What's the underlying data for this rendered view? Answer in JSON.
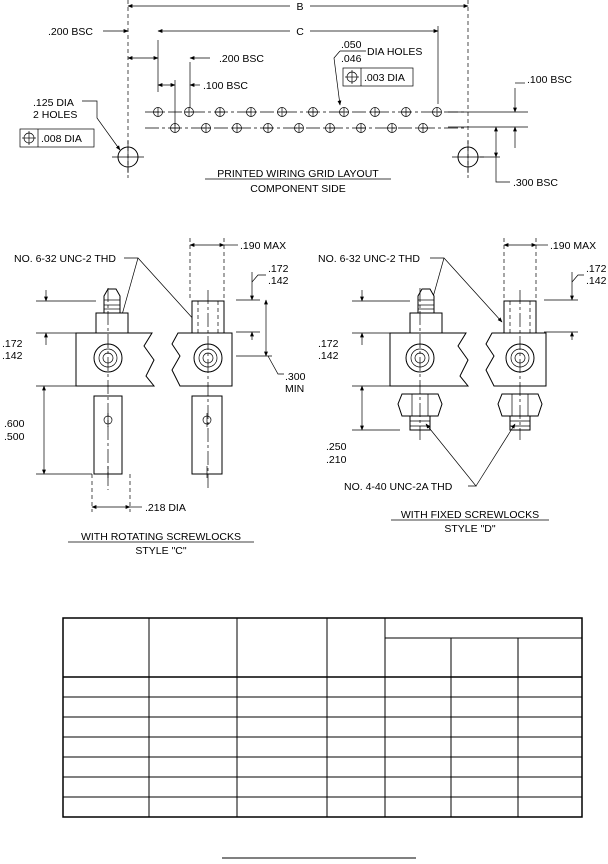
{
  "grid": {
    "dim_b": "B",
    "dim_c": "C",
    "bsc_200_left": ".200 BSC",
    "bsc_200": ".200 BSC",
    "bsc_100": ".100 BSC",
    "hole_dia_max": ".050",
    "hole_dia_min": ".046",
    "dia_holes": "DIA HOLES",
    "tol_003": ".003 DIA",
    "bsc_100_right": ".100 BSC",
    "mount_dia": ".125 DIA",
    "mount_holes": "2 HOLES",
    "tol_008": ".008 DIA",
    "title": "PRINTED WIRING GRID LAYOUT",
    "subtitle": "COMPONENT SIDE",
    "bsc_300": ".300 BSC"
  },
  "style_c": {
    "thread_label": "NO. 6-32 UNC-2 THD",
    "max_190": ".190 MAX",
    "dim_172_a": ".172",
    "dim_142_a": ".142",
    "dim_172_b": ".172",
    "dim_142_b": ".142",
    "dim_300": ".300",
    "dim_min": "MIN",
    "dim_600": ".600",
    "dim_500": ".500",
    "dim_218": ".218 DIA",
    "title": "WITH ROTATING SCREWLOCKS",
    "style": "STYLE \"C\""
  },
  "style_d": {
    "thread_label": "NO. 6-32 UNC-2 THD",
    "max_190": ".190 MAX",
    "dim_172_a": ".172",
    "dim_142_a": ".142",
    "dim_172_b": ".172",
    "dim_142_b": ".142",
    "dim_250": ".250",
    "dim_210": ".210",
    "thread_440": "NO. 4-40 UNC-2A THD",
    "title": "WITH FIXED SCREWLOCKS",
    "style": "STYLE \"D\""
  },
  "table": {
    "rows": 7,
    "note": "empty specification table (no printed text)"
  }
}
